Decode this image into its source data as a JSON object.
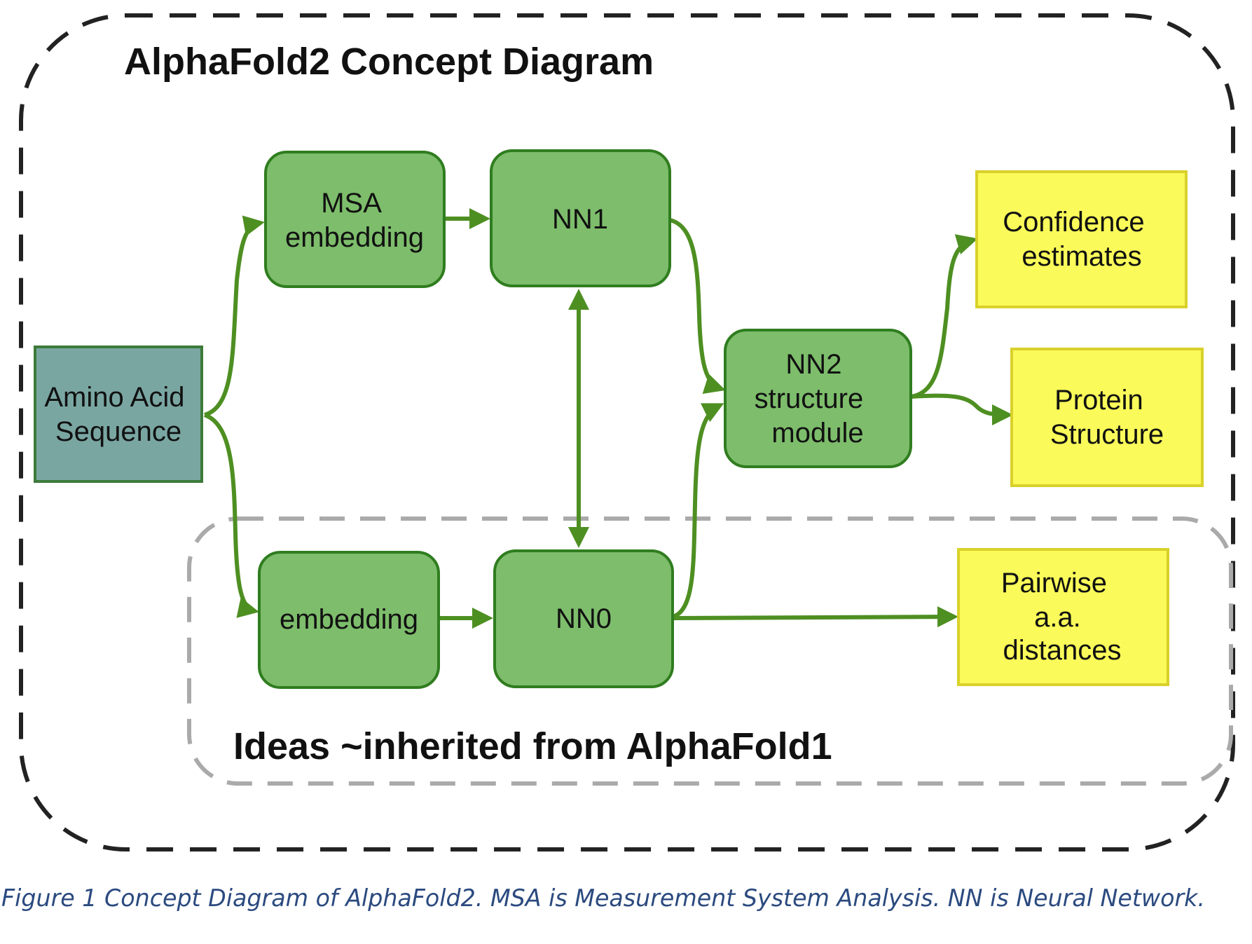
{
  "title": "AlphaFold2 Concept Diagram",
  "group_label": "Ideas ~inherited from AlphaFold1",
  "caption": "Figure 1 Concept Diagram of AlphaFold2. MSA is Measurement System Analysis. NN is Neural Network.",
  "colors": {
    "green_fill": "#7dbd6b",
    "green_stroke": "#2f7d1f",
    "teal_fill": "#7aa6a2",
    "teal_stroke": "#3d7a3a",
    "yellow_fill": "#fafa5a",
    "yellow_stroke": "#d9d12a",
    "arrow": "#4e8f22",
    "caption": "#2b4a7f",
    "outer_border": "#222222",
    "inner_border": "#aaaaaa"
  },
  "nodes": {
    "amino": {
      "lines": [
        "Amino Acid",
        "Sequence"
      ]
    },
    "msa": {
      "lines": [
        "MSA",
        "embedding"
      ]
    },
    "nn1": {
      "lines": [
        "NN1"
      ]
    },
    "embedding": {
      "lines": [
        "embedding"
      ]
    },
    "nn0": {
      "lines": [
        "NN0"
      ]
    },
    "nn2": {
      "lines": [
        "NN2",
        "structure",
        "module"
      ]
    },
    "confidence": {
      "lines": [
        "Confidence",
        "estimates"
      ]
    },
    "protein": {
      "lines": [
        "Protein",
        "Structure"
      ]
    },
    "pairwise": {
      "lines": [
        "Pairwise",
        "a.a.",
        "distances"
      ]
    }
  }
}
